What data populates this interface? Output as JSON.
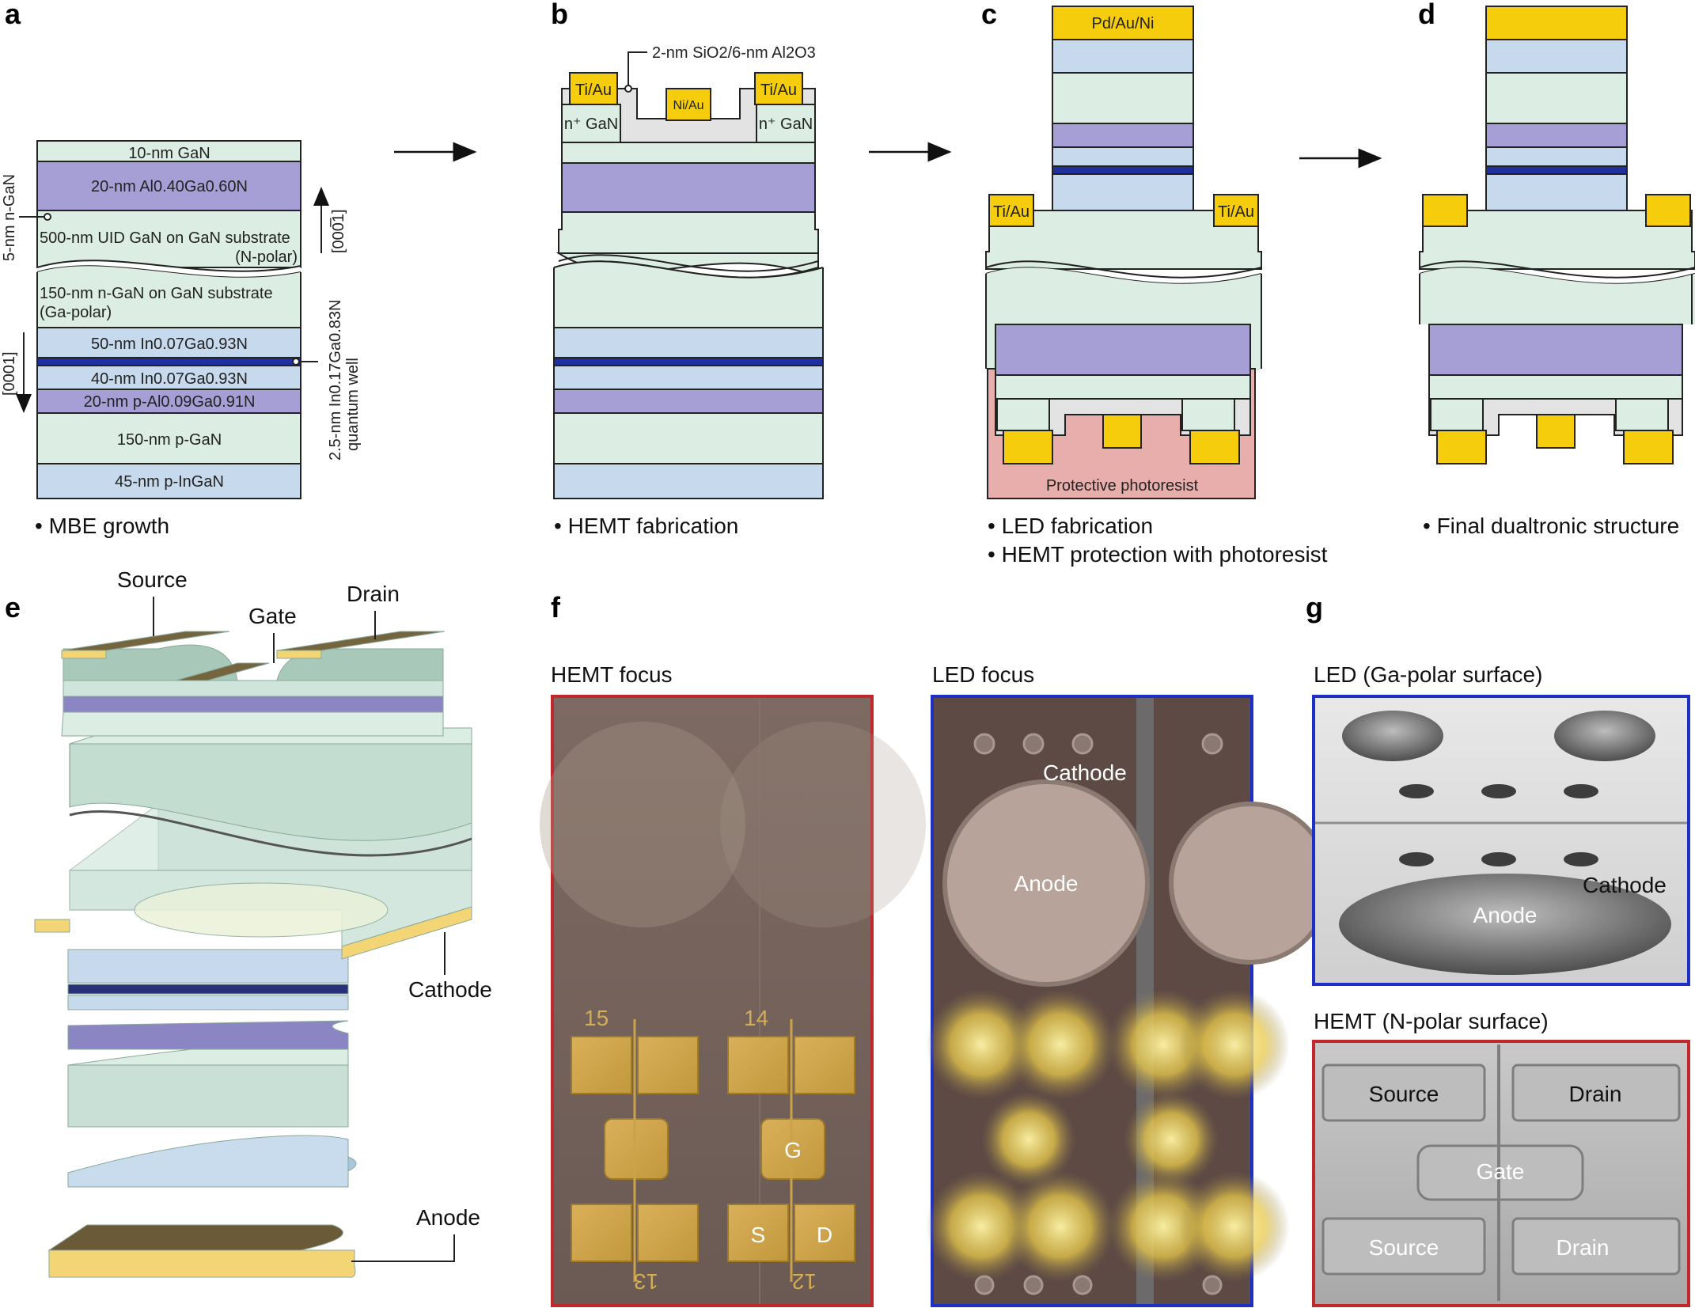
{
  "panel_labels": {
    "a": "a",
    "b": "b",
    "c": "c",
    "d": "d",
    "e": "e",
    "f": "f",
    "g": "g"
  },
  "panel_a": {
    "layers": [
      "10-nm GaN",
      "20-nm Al0.40Ga0.60N",
      "500-nm UID GaN on GaN substrate",
      "(N-polar)",
      "150-nm n-GaN on GaN substrate",
      "(Ga-polar)",
      "50-nm In0.07Ga0.93N",
      "40-nm In0.07Ga0.93N",
      "20-nm p-Al0.09Ga0.91N",
      "150-nm p-GaN",
      "45-nm p-InGaN"
    ],
    "side_left_top": "5-nm n-GaN",
    "side_left_bottom": "[0001]",
    "side_right_top": "[000̅1]",
    "side_right_qw": "2.5-nm In0.17Ga0.83N",
    "side_right_qw2": "quantum well",
    "caption": "• MBE growth"
  },
  "panel_b": {
    "oxide_label": "2-nm SiO2/6-nm Al2O3",
    "contact_left": "Ti/Au",
    "contact_right": "Ti/Au",
    "gate": "Ni/Au",
    "npgan_left": "n⁺ GaN",
    "npgan_right": "n⁺ GaN",
    "caption": "• HEMT fabrication"
  },
  "panel_c": {
    "top_contact": "Pd/Au/Ni",
    "side_left": "Ti/Au",
    "side_right": "Ti/Au",
    "photoresist": "Protective photoresist",
    "caption_1": "• LED fabrication",
    "caption_2": "• HEMT protection with photoresist"
  },
  "panel_d": {
    "caption": "• Final dualtronic structure"
  },
  "panel_e": {
    "source": "Source",
    "gate": "Gate",
    "drain": "Drain",
    "cathode": "Cathode",
    "anode": "Anode"
  },
  "panel_f": {
    "hemt_title": "HEMT focus",
    "led_title": "LED focus",
    "id_top_left": "15",
    "id_top_right": "14",
    "id_bottom_left": "13",
    "id_bottom_right": "12",
    "g": "G",
    "s": "S",
    "d": "D",
    "cathode": "Cathode",
    "anode": "Anode"
  },
  "panel_g": {
    "led_title": "LED (Ga-polar surface)",
    "hemt_title": "HEMT (N-polar surface)",
    "cathode": "Cathode",
    "anode": "Anode",
    "source_1": "Source",
    "drain_1": "Drain",
    "gate": "Gate",
    "source_2": "Source",
    "drain_2": "Drain"
  },
  "colors": {
    "gan": "#dcede4",
    "algan": "#a59fd6",
    "ingan": "#c7d9ec",
    "qw": "#1f2f9e",
    "gold": "#f6cd0c",
    "dielectric": "#e3e3e3",
    "photoresist": "#e8aeab",
    "red_frame": "#c0282c",
    "blue_frame": "#1d2fc4"
  }
}
